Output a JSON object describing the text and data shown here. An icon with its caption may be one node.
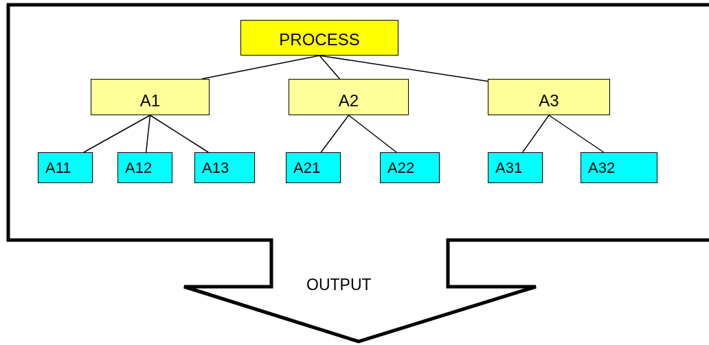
{
  "diagram": {
    "nodes": [
      {
        "text": [
          "OUTPUT"
        ]
      },
      {
        "text": [
          "PROCESS"
        ],
        "in": 0
      },
      {
        "text": [
          "A1"
        ],
        "in": 0
      },
      {
        "text": [
          "A2"
        ],
        "in": 0
      },
      {
        "text": [
          "A3"
        ],
        "in": 0
      },
      {
        "text": [
          "A11"
        ],
        "in": 0
      },
      {
        "text": [
          "A12"
        ],
        "in": 0
      },
      {
        "text": [
          "A13"
        ],
        "in": 0
      },
      {
        "text": [
          "A21"
        ],
        "in": 0
      },
      {
        "text": [
          "A22"
        ],
        "in": 0
      },
      {
        "text": [
          "A31"
        ],
        "in": 0
      },
      {
        "text": [
          "A32"
        ],
        "in": 0
      }
    ],
    "edges": [
      {
        "from": 1,
        "to": 2,
        "arrow": "none"
      },
      {
        "from": 1,
        "to": 3,
        "arrow": "none"
      },
      {
        "from": 1,
        "to": 4,
        "arrow": "none"
      },
      {
        "from": 2,
        "to": 5,
        "arrow": "none"
      },
      {
        "from": 2,
        "to": 6,
        "arrow": "none"
      },
      {
        "from": 2,
        "to": 7,
        "arrow": "none"
      },
      {
        "from": 3,
        "to": 8,
        "arrow": "none"
      },
      {
        "from": 3,
        "to": 9,
        "arrow": "none"
      },
      {
        "from": 4,
        "to": 10,
        "arrow": "none"
      },
      {
        "from": 4,
        "to": 11,
        "arrow": "none"
      }
    ]
  }
}
